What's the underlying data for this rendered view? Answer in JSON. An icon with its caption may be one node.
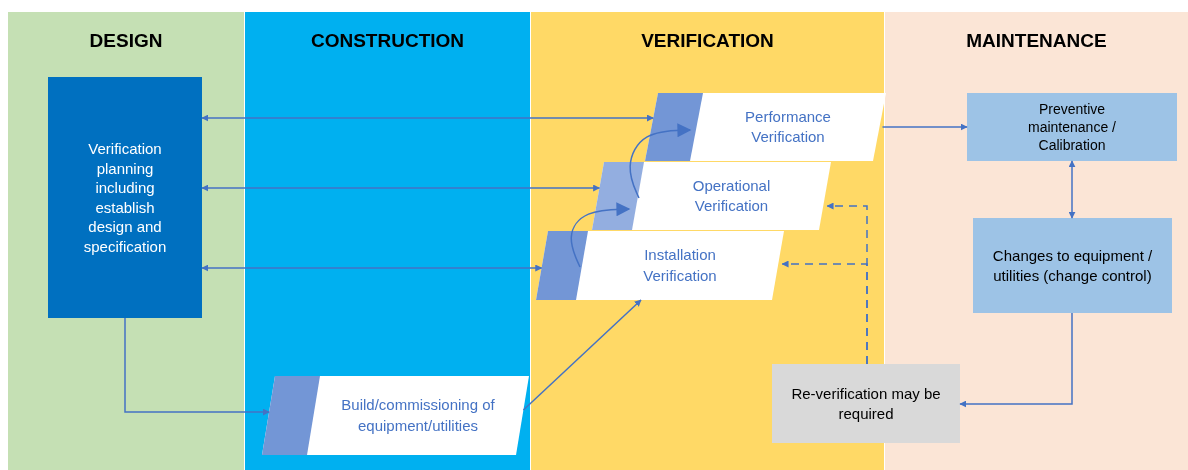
{
  "diagram": {
    "nodes": [
      {
        "text": [
          "DESIGN"
        ]
      },
      {
        "text": [
          "CONSTRUCTION"
        ]
      },
      {
        "text": [
          "VERIFICATION"
        ]
      },
      {
        "text": [
          "MAINTENANCE"
        ]
      },
      {
        "text": [
          "Verification planning including establish design and specification"
        ],
        "in": 0
      },
      {
        "text": [
          "Build/commissioning of equipment/utilities"
        ],
        "in": 1
      },
      {
        "text": [
          "Performance Verification"
        ],
        "in": 2
      },
      {
        "text": [
          "Operational Verification"
        ],
        "in": 2
      },
      {
        "text": [
          "Installation Verification"
        ],
        "in": 2
      },
      {
        "text": [
          "Re-verification may be required"
        ]
      },
      {
        "text": [
          "Preventive maintenance / Calibration"
        ],
        "in": 3
      },
      {
        "text": [
          "Changes to equipment / utilities (change control)"
        ],
        "in": 3
      }
    ],
    "edges": [
      {
        "from": 4,
        "to": 6,
        "arrow": "both"
      },
      {
        "from": 4,
        "to": 7,
        "arrow": "both"
      },
      {
        "from": 4,
        "to": 8,
        "arrow": "both"
      },
      {
        "from": 4,
        "to": 5,
        "arrow": "to"
      },
      {
        "from": 5,
        "to": 8,
        "arrow": "to"
      },
      {
        "from": 8,
        "to": 7,
        "arrow": "to"
      },
      {
        "from": 7,
        "to": 6,
        "arrow": "to"
      },
      {
        "from": 6,
        "to": 10,
        "arrow": "to"
      },
      {
        "from": 10,
        "to": 11,
        "arrow": "both"
      },
      {
        "from": 11,
        "to": 9,
        "arrow": "to"
      },
      {
        "from": 9,
        "to": 7,
        "arrow": "to",
        "style": "dashed"
      },
      {
        "from": 9,
        "to": 8,
        "arrow": "to",
        "style": "dashed"
      }
    ]
  }
}
